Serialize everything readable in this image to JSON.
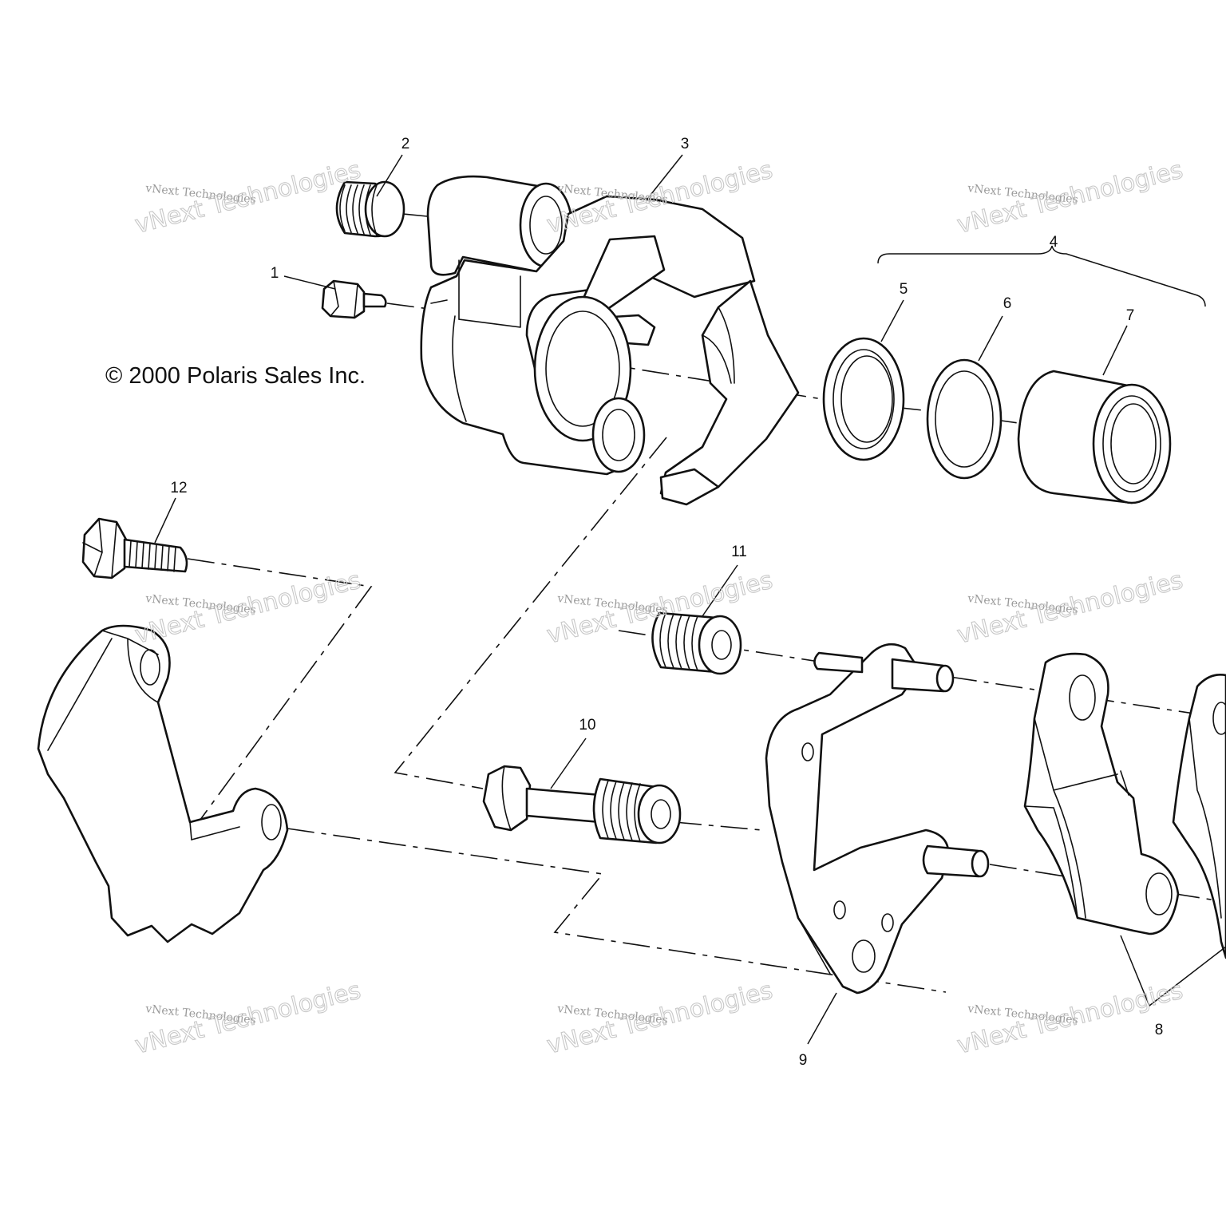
{
  "copyright": "© 2000 Polaris Sales Inc.",
  "watermark": {
    "small_text": "vNext Technologies",
    "large_text": "vNext Technologies"
  },
  "callouts": {
    "c1": "1",
    "c2": "2",
    "c3": "3",
    "c4": "4",
    "c5": "5",
    "c6": "6",
    "c7": "7",
    "c8": "8",
    "c9": "9",
    "c10": "10",
    "c11": "11",
    "c12": "12"
  },
  "colors": {
    "line": "#111111",
    "background": "#ffffff",
    "watermark": "#9a9a9a"
  }
}
